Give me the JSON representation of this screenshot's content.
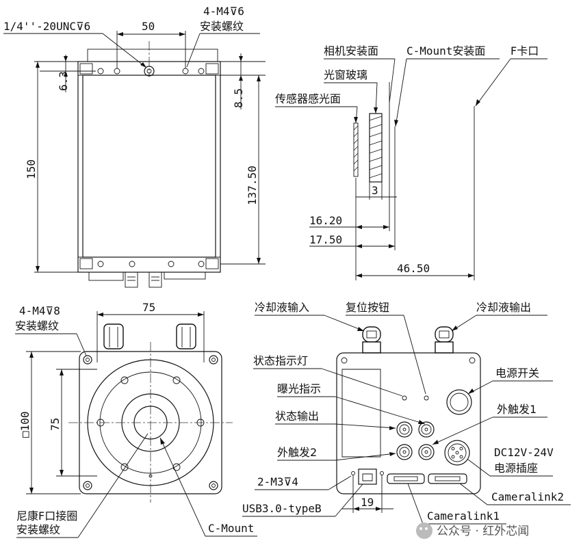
{
  "dims": {
    "top_view": {
      "thread_top": "1/4''-20UNC⊽6",
      "width_50": "50",
      "screw_top_line1": "4-M4⊽6",
      "screw_top_line2": "安装螺纹",
      "h_6_3": "6.3",
      "h_8_5": "8.5",
      "h_150": "150",
      "h_137_50": "137.50"
    },
    "side_view": {
      "camera_mount_face": "相机安装面",
      "cmount_face": "C-Mount安装面",
      "f_bayonet": "F卡口",
      "window_glass": "光窗玻璃",
      "sensor_face": "传感器感光面",
      "d_3": "3",
      "d_16_20": "16.20",
      "d_17_50": "17.50",
      "d_46_50": "46.50"
    },
    "front_view": {
      "screw_line1": "4-M4⊽8",
      "screw_line2": "安装螺纹",
      "w_75": "75",
      "h_75": "75",
      "sq_100": "□100",
      "nikon_line1": "尼康F口接圈",
      "nikon_line2": "安装螺纹",
      "cmount": "C-Mount"
    },
    "rear_view": {
      "coolant_in": "冷却液输入",
      "reset_button": "复位按钮",
      "coolant_out": "冷却液输出",
      "status_led": "状态指示灯",
      "power_switch": "电源开关",
      "exposure_ind": "曝光指示",
      "ext_trigger1": "外触发1",
      "status_out": "状态输出",
      "ext_trigger2": "外触发2",
      "dc_line1": "DC12V-24V",
      "dc_line2": "电源插座",
      "m3_screw": "2-M3⊽4",
      "cameralink2": "Cameralink2",
      "usb": "USB3.0-typeB",
      "d_19": "19",
      "cameralink1": "Cameralink1"
    }
  },
  "watermark": "公众号 · 红外芯闻"
}
